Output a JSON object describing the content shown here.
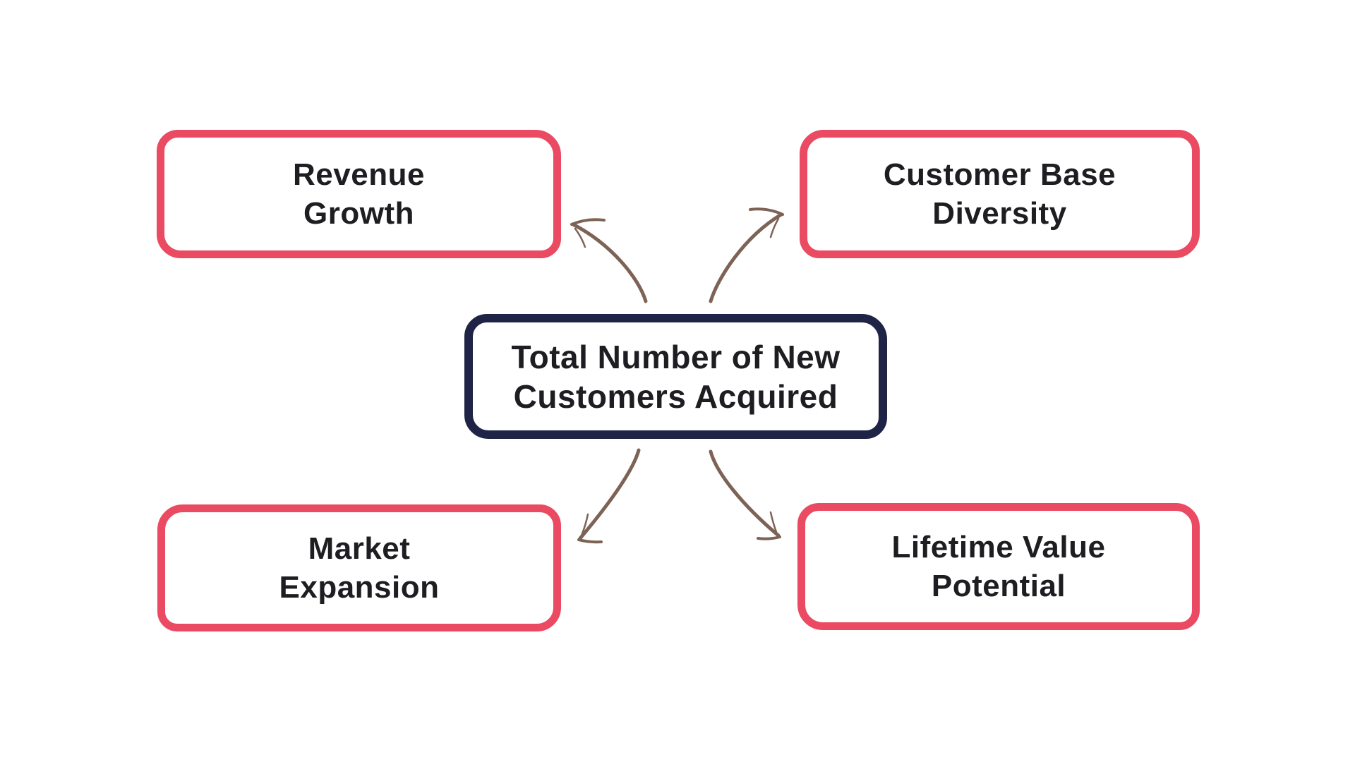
{
  "diagram": {
    "type": "mind-map",
    "background": "#ffffff",
    "colors": {
      "satellite_border": "#ea4a62",
      "center_border": "#1f2346",
      "arrow": "#7d6355",
      "text": "#1e1e22"
    },
    "center": {
      "id": "total-new-customers",
      "lines": [
        "Total Number of New",
        "Customers Acquired"
      ]
    },
    "satellites": [
      {
        "id": "revenue-growth",
        "position": "top-left",
        "lines": [
          "Revenue",
          "Growth"
        ]
      },
      {
        "id": "customer-base-diversity",
        "position": "top-right",
        "lines": [
          "Customer Base",
          "Diversity"
        ]
      },
      {
        "id": "market-expansion",
        "position": "bottom-left",
        "lines": [
          "Market",
          "Expansion"
        ]
      },
      {
        "id": "lifetime-value-potential",
        "position": "bottom-right",
        "lines": [
          "Lifetime Value",
          "Potential"
        ]
      }
    ],
    "connectors": [
      {
        "from": "total-new-customers",
        "to": "revenue-growth"
      },
      {
        "from": "total-new-customers",
        "to": "customer-base-diversity"
      },
      {
        "from": "total-new-customers",
        "to": "market-expansion"
      },
      {
        "from": "total-new-customers",
        "to": "lifetime-value-potential"
      }
    ]
  }
}
